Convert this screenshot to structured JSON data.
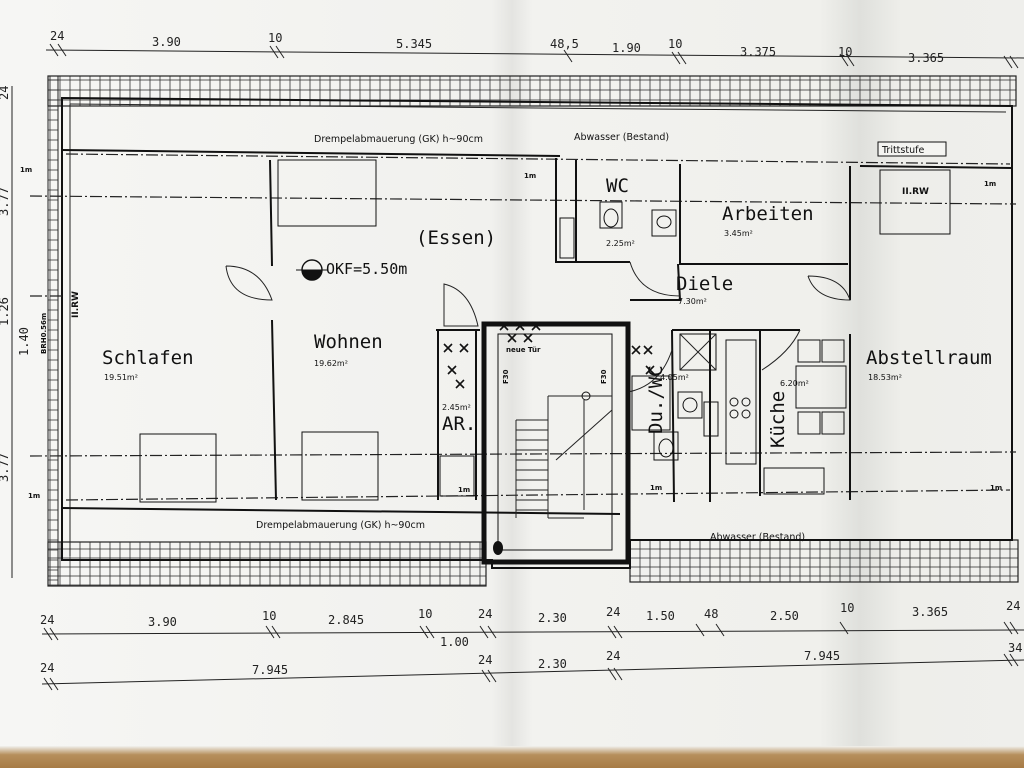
{
  "dims_top": [
    "24",
    "3.90",
    "10",
    "5.345",
    "48,5",
    "1.90",
    "10",
    "3.375",
    "10",
    "3.365"
  ],
  "dims_bottom1": [
    "24",
    "3.90",
    "10",
    "2.845",
    "10",
    "24",
    "2.30",
    "24",
    "1.50",
    "48",
    "2.50",
    "10",
    "3.365",
    "24"
  ],
  "dims_bottom1_sub": "1.00",
  "dims_bottom2": [
    "24",
    "7.945",
    "24",
    "2.30",
    "24",
    "7.945",
    "34"
  ],
  "dims_left": [
    "24",
    "3.77",
    "1.26",
    "1.40",
    "3.77"
  ],
  "notes": {
    "drempel_top": "Drempelabmauerung (GK) h~90cm",
    "drempel_bottom": "Drempelabmauerung (GK) h~90cm",
    "abwasser_top": "Abwasser (Bestand)",
    "abwasser_bottom": "Abwasser (Bestand)",
    "trittstufe": "Trittstufe",
    "okf": "OKF=5.50m",
    "neue_tuer": "neue Tür",
    "f30_left": "F30",
    "f30_right": "F30",
    "brh": "BRH0.56m",
    "ii_rw_left": "II.RW",
    "ii_rw_right": "II.RW",
    "one_m": "1m"
  },
  "rooms": {
    "schlafen": {
      "name": "Schlafen",
      "area": "19.51m²"
    },
    "wohnen": {
      "name": "Wohnen",
      "area": "19.62m²"
    },
    "essen": {
      "name": "(Essen)"
    },
    "wc": {
      "name": "WC",
      "area": "2.25m²"
    },
    "arbeiten": {
      "name": "Arbeiten",
      "area": "3.45m²"
    },
    "diele": {
      "name": "Diele",
      "area": "7.30m²"
    },
    "ar": {
      "name": "AR.",
      "area": "2.45m²"
    },
    "du": {
      "name": "Du./WC",
      "area": "4.05m²"
    },
    "kueche": {
      "name": "Küche",
      "area": "6.20m²"
    },
    "abstellraum": {
      "name": "Abstellraum",
      "area": "18.53m²"
    }
  }
}
